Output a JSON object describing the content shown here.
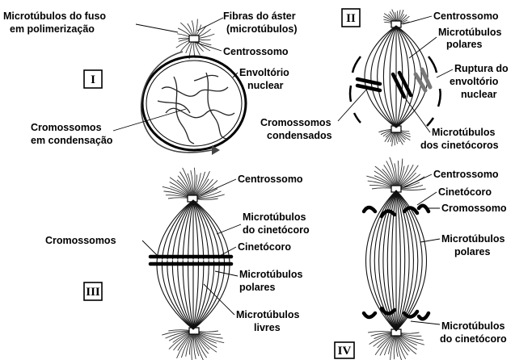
{
  "panels": {
    "I": {
      "numeral": "I",
      "labels": {
        "spindle_polymerizing": [
          "Microtúbulos do fuso",
          "em polimerização"
        ],
        "aster_fibers": [
          "Fibras do áster",
          "(microtúbulos)"
        ],
        "centrosome": "Centrossomo",
        "nuclear_envelope": [
          "Envoltório",
          "nuclear"
        ],
        "condensing_chromosomes": [
          "Cromossomos",
          "em condensação"
        ]
      }
    },
    "II": {
      "numeral": "II",
      "labels": {
        "centrosome": "Centrossomo",
        "polar_microtubules": [
          "Microtúbulos",
          "polares"
        ],
        "envelope_rupture": [
          "Ruptura do",
          "envoltório",
          "nuclear"
        ],
        "condensed_chromosomes": [
          "Cromossomos",
          "condensados"
        ],
        "kinetochore_microtubules": [
          "Microtúbulos",
          "dos cinetócoros"
        ]
      }
    },
    "III": {
      "numeral": "III",
      "labels": {
        "centrosome": "Centrossomo",
        "kinetochore_microtubules": [
          "Microtúbulos",
          "do cinetócoro"
        ],
        "chromosomes": "Cromossomos",
        "kinetochore": "Cinetócoro",
        "polar_microtubules": [
          "Microtúbulos",
          "polares"
        ],
        "free_microtubules": [
          "Microtúbulos",
          "livres"
        ]
      }
    },
    "IV": {
      "numeral": "IV",
      "labels": {
        "centrosome": "Centrossomo",
        "kinetochore": "Cinetócoro",
        "chromosome": "Cromossomo",
        "polar_microtubules": [
          "Microtúbulos",
          "polares"
        ],
        "kinetochore_microtubules": [
          "Microtúbulos",
          "do cinetócoro"
        ]
      }
    }
  }
}
